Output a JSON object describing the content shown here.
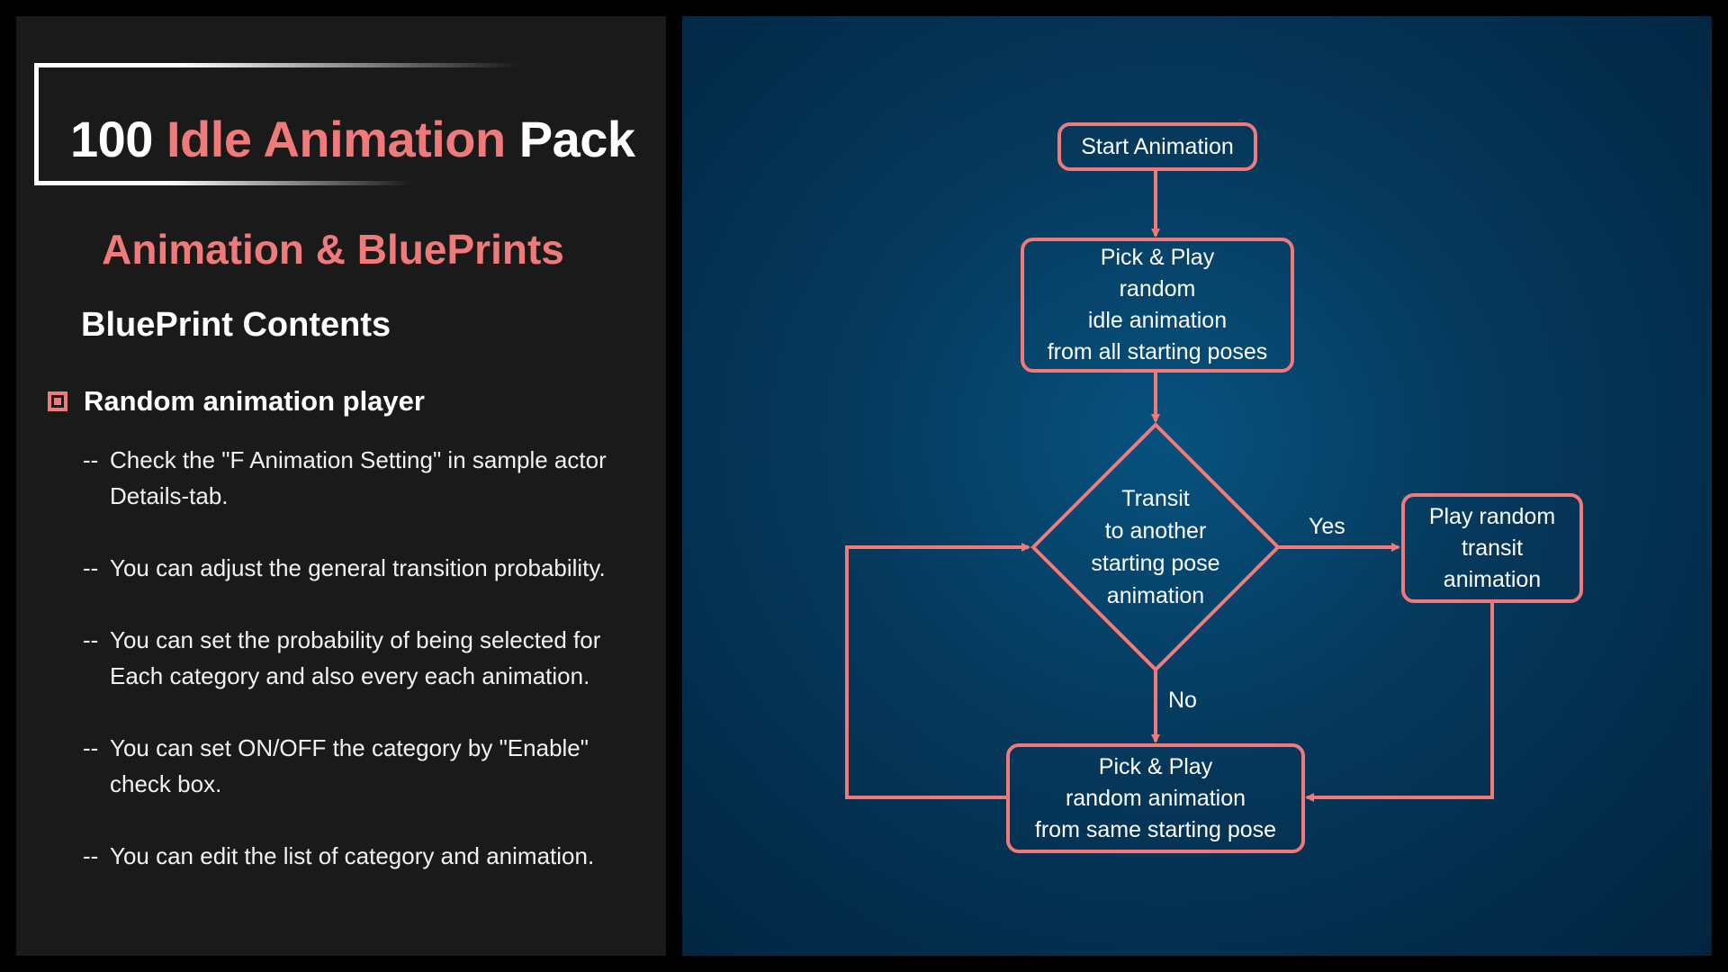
{
  "left": {
    "title": {
      "part1": "100 ",
      "part2": "Idle Animation",
      "part3": " Pack"
    },
    "subtitle": "Animation & BluePrints",
    "section_title": "BluePrint Contents",
    "feature": "Random animation player",
    "descriptions": [
      {
        "dash": "--",
        "lines": [
          "Check the \"F Animation Setting\" in sample actor",
          "Details-tab."
        ]
      },
      {
        "dash": "--",
        "lines": [
          "You can adjust the general transition probability."
        ]
      },
      {
        "dash": "--",
        "lines": [
          "You can set the probability of being selected for",
          "Each category and also every each animation."
        ]
      },
      {
        "dash": "--",
        "lines": [
          "You can set ON/OFF the category by \"Enable\"",
          "check box."
        ]
      },
      {
        "dash": "--",
        "lines": [
          "You can edit the list of category and animation."
        ]
      }
    ]
  },
  "flowchart": {
    "nodes": {
      "start": [
        "Start Animation"
      ],
      "pick_all": [
        "Pick & Play",
        "random",
        "idle animation",
        "from all starting poses"
      ],
      "decision": [
        "Transit",
        "to another",
        "starting pose",
        "animation"
      ],
      "transit": [
        "Play random",
        "transit",
        "animation"
      ],
      "pick_same": [
        "Pick & Play",
        "random animation",
        "from same starting pose"
      ]
    },
    "edges": {
      "yes": "Yes",
      "no": "No"
    }
  },
  "colors": {
    "accent": "#f07a7a",
    "left_bg": "#1a1a1a",
    "right_bg": "#05375a"
  }
}
